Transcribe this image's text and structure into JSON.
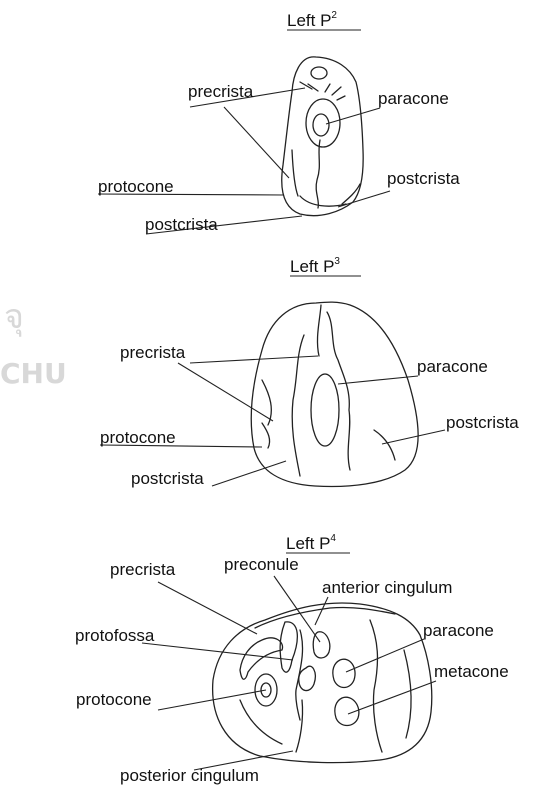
{
  "watermark": {
    "line1": "จุ",
    "line2": "CHU"
  },
  "panels": [
    {
      "title": {
        "text": "Left P",
        "sup": "2"
      },
      "labels": {
        "precrista": "precrista",
        "paracone": "paracone",
        "protocone": "protocone",
        "postcrista_right": "postcrista",
        "postcrista_left": "postcrista"
      }
    },
    {
      "title": {
        "text": "Left P",
        "sup": "3"
      },
      "labels": {
        "precrista": "precrista",
        "paracone": "paracone",
        "protocone": "protocone",
        "postcrista_right": "postcrista",
        "postcrista_left": "postcrista"
      }
    },
    {
      "title": {
        "text": "Left P",
        "sup": "4"
      },
      "labels": {
        "precrista": "precrista",
        "preconule": "preconule",
        "anterior_cingulum": "anterior cingulum",
        "protofossa": "protofossa",
        "paracone": "paracone",
        "protocone": "protocone",
        "metacone": "metacone",
        "posterior_cingulum": "posterior cingulum"
      }
    }
  ]
}
